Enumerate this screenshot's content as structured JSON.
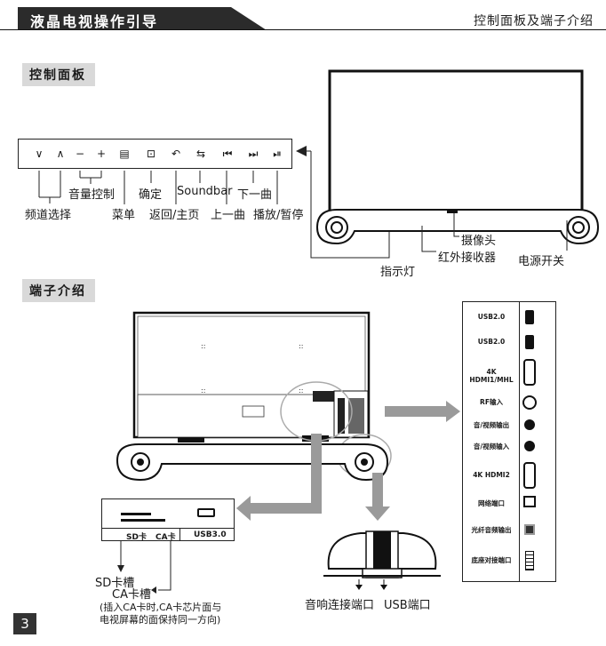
{
  "header": {
    "title": "液晶电视操作引导",
    "section": "控制面板及端子介绍"
  },
  "control_panel": {
    "heading": "控制面板",
    "buttons": [
      {
        "icon": "chevron-down-icon",
        "glyph": "∨"
      },
      {
        "icon": "chevron-up-icon",
        "glyph": "∧"
      },
      {
        "icon": "minus-icon",
        "glyph": "−"
      },
      {
        "icon": "plus-icon",
        "glyph": "+"
      },
      {
        "icon": "menu-icon",
        "glyph": "▤"
      },
      {
        "icon": "enter-icon",
        "glyph": "⊡"
      },
      {
        "icon": "back-icon",
        "glyph": "↶"
      },
      {
        "icon": "soundbar-icon",
        "glyph": "⇆"
      },
      {
        "icon": "previous-track-icon",
        "glyph": "⏮"
      },
      {
        "icon": "next-track-icon",
        "glyph": "⏭"
      },
      {
        "icon": "play-pause-icon",
        "glyph": "⏯"
      }
    ],
    "labels": {
      "channel_select": "频道选择",
      "volume": "音量控制",
      "menu": "菜单",
      "confirm": "确定",
      "back_home": "返回/主页",
      "soundbar": "Soundbar",
      "prev_track": "上一曲",
      "next_track": "下一曲",
      "play_pause": "播放/暂停"
    },
    "tv_labels": {
      "camera": "摄像头",
      "ir_receiver": "红外接收器",
      "power_switch": "电源开关",
      "indicator": "指示灯"
    }
  },
  "ports": {
    "heading": "端子介绍",
    "list": [
      "USB2.0",
      "USB2.0",
      "4K HDMI1/MHL",
      "RF输入",
      "音/视频输出",
      "音/视频输入",
      "4K HDMI2",
      "网络端口",
      "光纤音频输出",
      "底座对接端口"
    ],
    "side_panel": {
      "sd": "SD卡",
      "ca": "CA卡",
      "usb": "USB3.0"
    },
    "sd_slot": "SD卡槽",
    "ca_slot": "CA卡槽",
    "ca_note_1": "(插入CA卡时,CA卡芯片面与",
    "ca_note_2": "电视屏幕的面保持同一方向)",
    "speaker_port": "音响连接端口",
    "usb_port": "USB端口"
  },
  "page_number": "3"
}
